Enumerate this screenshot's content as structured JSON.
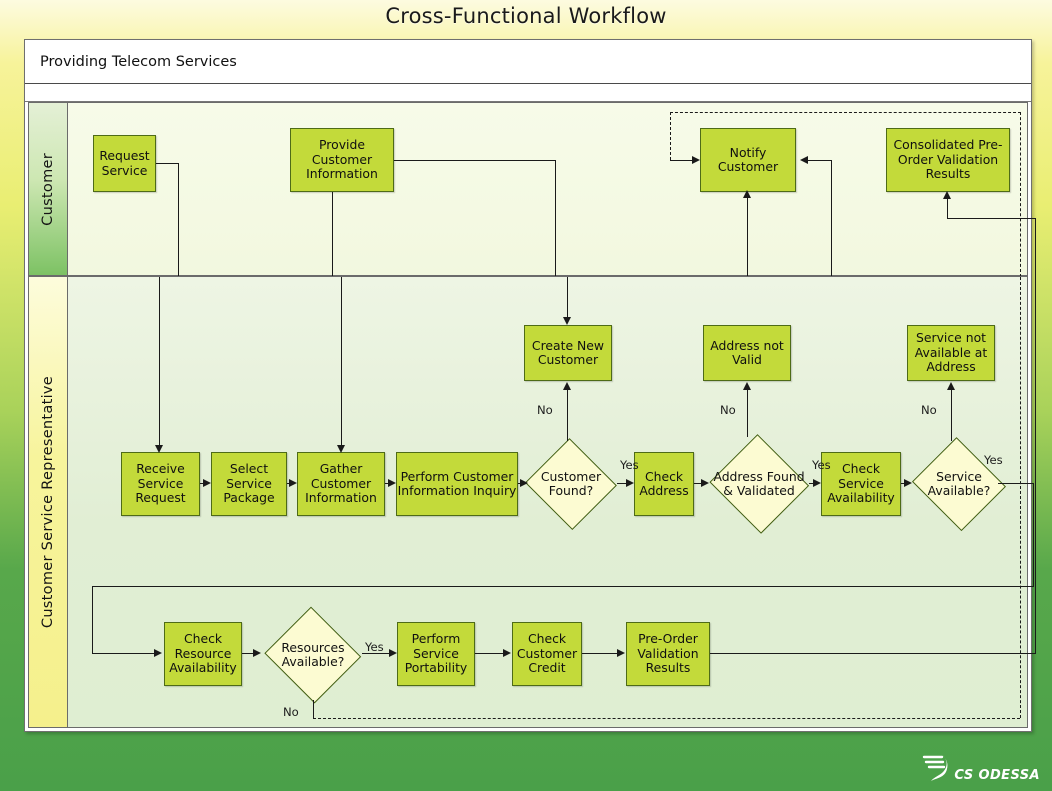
{
  "title": "Cross-Functional Workflow",
  "document": {
    "name": "Providing Telecom Services"
  },
  "lanes": [
    {
      "id": "customer",
      "label": "Customer"
    },
    {
      "id": "csr",
      "label": "Customer Service Representative"
    }
  ],
  "colors": {
    "node_fill": "#c3da3a",
    "node_border": "#4e6b17",
    "decision_fill": "#fcfbd2",
    "decision_border": "#3f5d12",
    "customer_lane_header": "#7dc264",
    "csr_lane_header": "#f5f08c",
    "frame_green": "#4aa049",
    "frame_yellow": "#f7f39a"
  },
  "nodes": {
    "request_service": "Request Service",
    "provide_customer_information": "Provide Customer Information",
    "notify_customer": "Notify Customer",
    "consolidated_results": "Consolidated Pre-Order Validation Results",
    "receive_service_request": "Receive Service Request",
    "select_service_package": "Select Service Package",
    "gather_customer_information": "Gather Customer Information",
    "perform_customer_information_inquiry": "Perform Customer Information Inquiry",
    "create_new_customer": "Create New Customer",
    "check_address": "Check Address",
    "address_not_valid": "Address not Valid",
    "check_service_availability": "Check Service Availability",
    "service_not_available": "Service not Available at Address",
    "check_resource_availability": "Check Resource Availability",
    "perform_service_portability": "Perform Service Portability",
    "check_customer_credit": "Check Customer Credit",
    "pre_order_validation_results": "Pre-Order Validation Results"
  },
  "decisions": {
    "customer_found": "Customer Found?",
    "address_found_validated": "Address Found & Validated",
    "service_available": "Service Available?",
    "resources_available": "Resources Available?"
  },
  "edge_labels": {
    "customer_found_no": "No",
    "customer_found_yes": "Yes",
    "address_no": "No",
    "address_yes": "Yes",
    "service_no": "No",
    "service_yes": "Yes",
    "resources_yes": "Yes",
    "resources_no": "No"
  },
  "branding": {
    "company": "CS ODESSA"
  }
}
